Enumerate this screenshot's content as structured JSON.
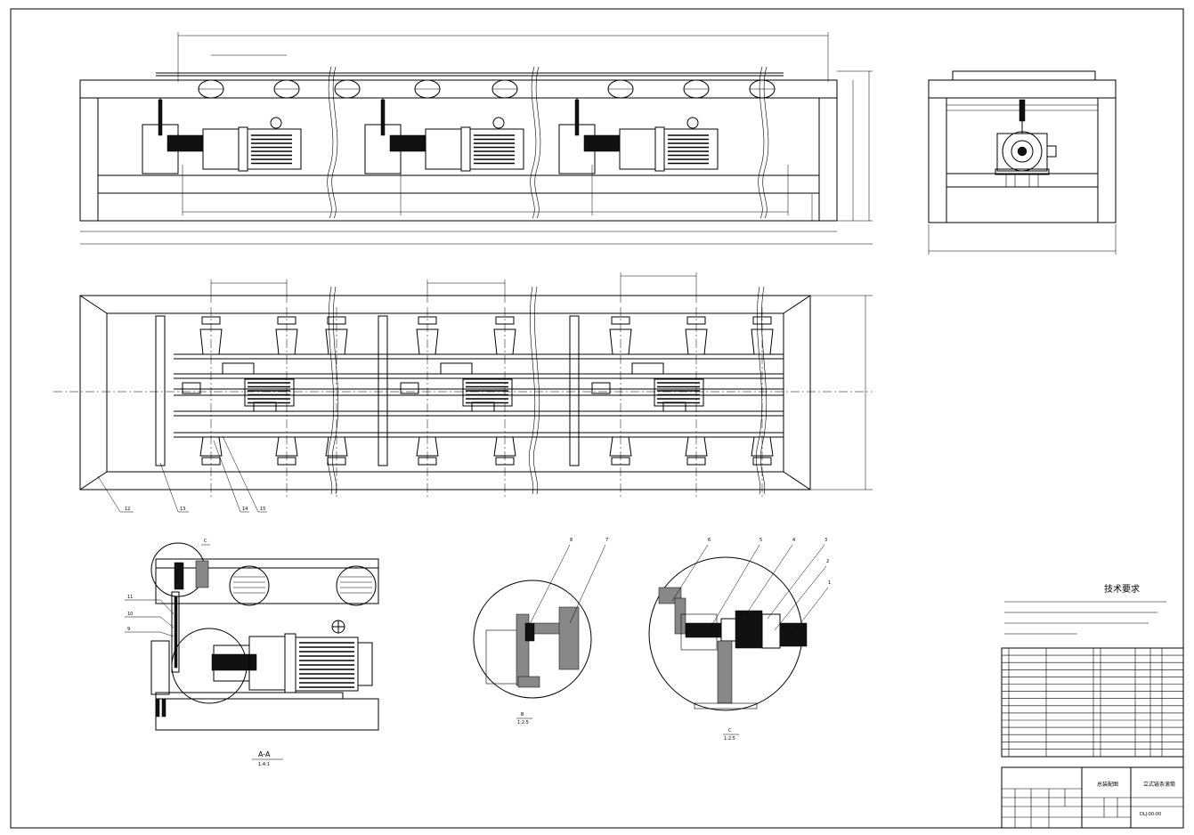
{
  "drawing": {
    "tech_req_title": "技术要求",
    "views": {
      "section_aa": "A-A",
      "section_aa_scale": "1:4:1",
      "detail_b": "B",
      "detail_b_scale": "1:2.5",
      "detail_c": "C",
      "detail_c_scale": "1:2.5"
    },
    "balloons": [
      "1",
      "2",
      "3",
      "4",
      "5",
      "6",
      "7",
      "8",
      "9",
      "10",
      "11",
      "12",
      "13",
      "14",
      "15"
    ],
    "title_block": {
      "drawing_name": "总装配图",
      "project_name": "立式链条滚筒",
      "drawing_no": "DLJ-00-00"
    }
  }
}
